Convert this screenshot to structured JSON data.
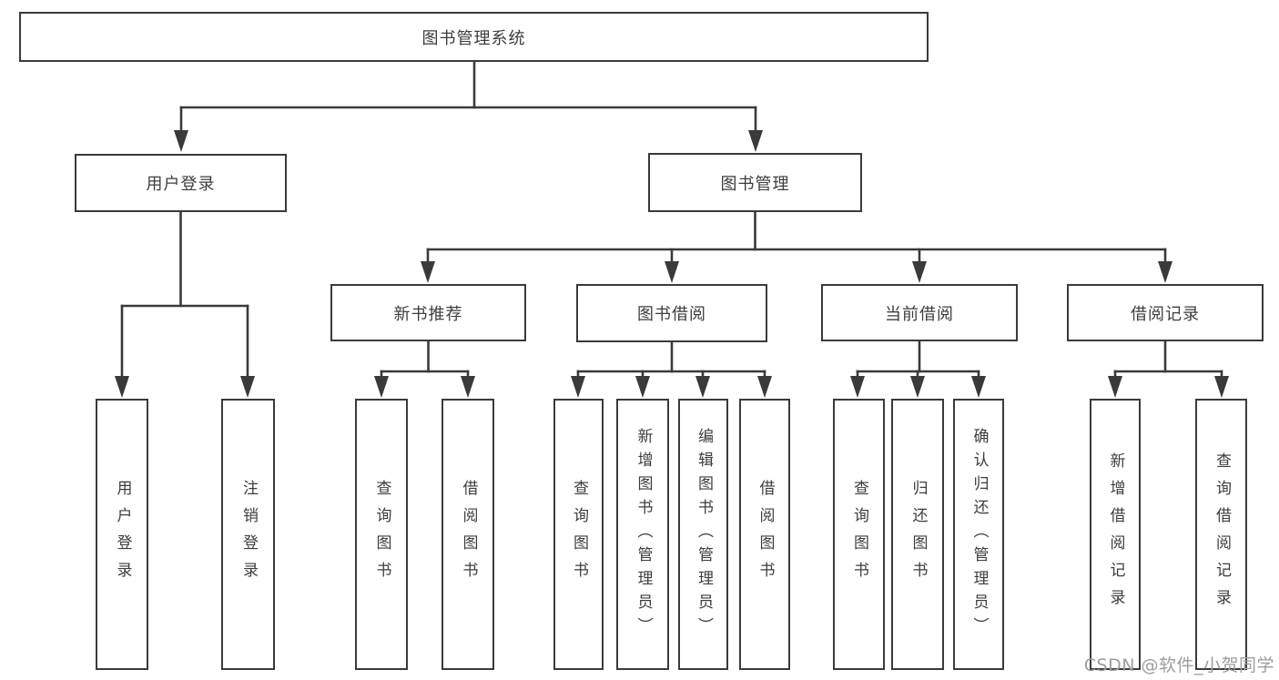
{
  "diagram_type": "hierarchy-tree",
  "colors": {
    "line": "#3a3a3a",
    "text": "#3d3d3d",
    "watermark": "#9d9d9d",
    "background": "#ffffff"
  },
  "tree": {
    "root": {
      "label": "图书管理系统",
      "children": [
        {
          "label": "用户登录",
          "children": [
            {
              "label": "用户登录"
            },
            {
              "label": "注销登录"
            }
          ]
        },
        {
          "label": "图书管理",
          "children": [
            {
              "label": "新书推荐",
              "children": [
                {
                  "label": "查询图书"
                },
                {
                  "label": "借阅图书"
                }
              ]
            },
            {
              "label": "图书借阅",
              "children": [
                {
                  "label": "查询图书"
                },
                {
                  "label": "新增图书（管理员）"
                },
                {
                  "label": "编辑图书（管理员）"
                },
                {
                  "label": "借阅图书"
                }
              ]
            },
            {
              "label": "当前借阅",
              "children": [
                {
                  "label": "查询图书"
                },
                {
                  "label": "归还图书"
                },
                {
                  "label": "确认归还（管理员）"
                }
              ]
            },
            {
              "label": "借阅记录",
              "children": [
                {
                  "label": "新增借阅记录"
                },
                {
                  "label": "查询借阅记录"
                }
              ]
            }
          ]
        }
      ]
    }
  },
  "watermark": "CSDN @软件_小贺同学"
}
